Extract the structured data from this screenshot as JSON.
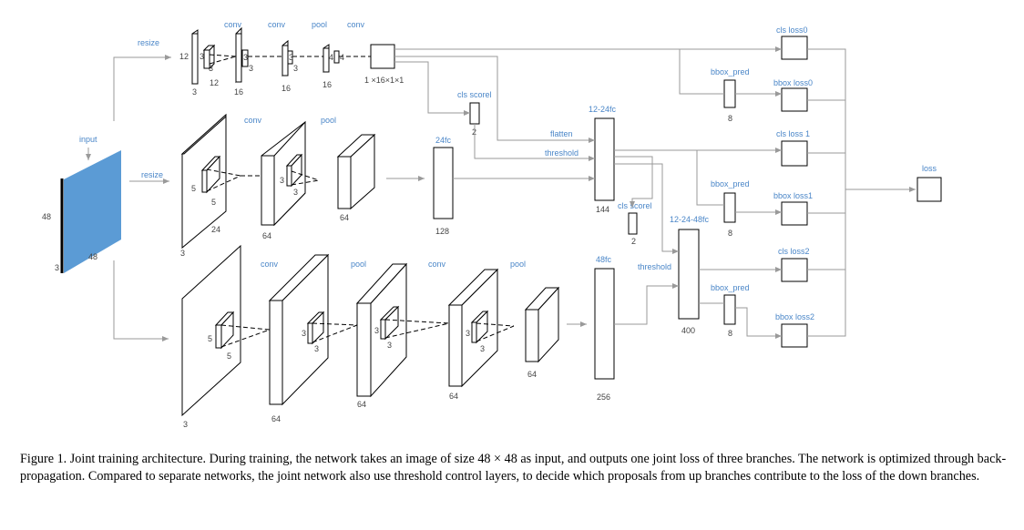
{
  "figure": {
    "input": {
      "label": "input",
      "height_label": "48",
      "width_label": "48",
      "channels_label": "3"
    },
    "resize_labels": [
      "resize",
      "resize"
    ],
    "branch12": {
      "op_labels": [
        "conv",
        "conv",
        "pool",
        "conv"
      ],
      "first_map_side_label": "12",
      "kernel_labels": [
        [
          "3",
          "3"
        ],
        [
          "3",
          "3"
        ],
        [
          "3",
          "3"
        ],
        [
          "4",
          "4"
        ]
      ],
      "bottom_labels": [
        "3",
        "12",
        "16",
        "16",
        "16"
      ],
      "output_label": "1 ×16×1×1",
      "cls_label": "cls scorel",
      "cls_dim": "2"
    },
    "branch24": {
      "op_labels": [
        "conv",
        "pool"
      ],
      "kernel_labels": [
        [
          "5",
          "5"
        ],
        [
          "3",
          "3"
        ]
      ],
      "bottom_labels": [
        "3",
        "24",
        "64",
        "64"
      ],
      "fc_label": "24fc",
      "fc_dim": "128",
      "cls_label": "cls scorel",
      "cls_dim": "2"
    },
    "branch48": {
      "op_labels": [
        "conv",
        "pool",
        "conv",
        "pool"
      ],
      "kernel_labels": [
        [
          "5",
          "5"
        ],
        [
          "3",
          "3"
        ],
        [
          "3",
          "3"
        ],
        [
          "3",
          "3"
        ]
      ],
      "bottom_labels": [
        "3",
        "64",
        "64",
        "64",
        "64"
      ],
      "fc_label": "48fc",
      "fc_dim": "256"
    },
    "joint": {
      "fc12_24_label": "12-24fc",
      "fc12_24_dim": "144",
      "flatten_label": "flatten",
      "threshold_labels": [
        "threshold",
        "threshold"
      ],
      "fc12_24_48_label": "12-24-48fc",
      "fc12_24_48_dim": "400",
      "bbox_pred_labels": [
        "bbox_pred",
        "bbox_pred",
        "bbox_pred"
      ],
      "bbox_dims": [
        "8",
        "8",
        "8"
      ],
      "cls_loss_labels": [
        "cls loss0",
        "cls loss 1",
        "cls loss2"
      ],
      "bbox_loss_labels": [
        "bbox loss0",
        "bbox loss1",
        "bbox loss2"
      ],
      "loss_label": "loss"
    }
  },
  "caption": "Figure 1. Joint training architecture. During training, the network takes an image of size 48 × 48 as input, and outputs one joint loss of three branches. The network is optimized through back-propagation. Compared to separate networks, the joint network also use threshold control layers, to decide which proposals from up branches contribute to the loss of the down branches.",
  "colors": {
    "label_blue": "#4a86c8",
    "input_fill": "#5b9bd5",
    "arrow_gray": "#9a9a9a"
  }
}
